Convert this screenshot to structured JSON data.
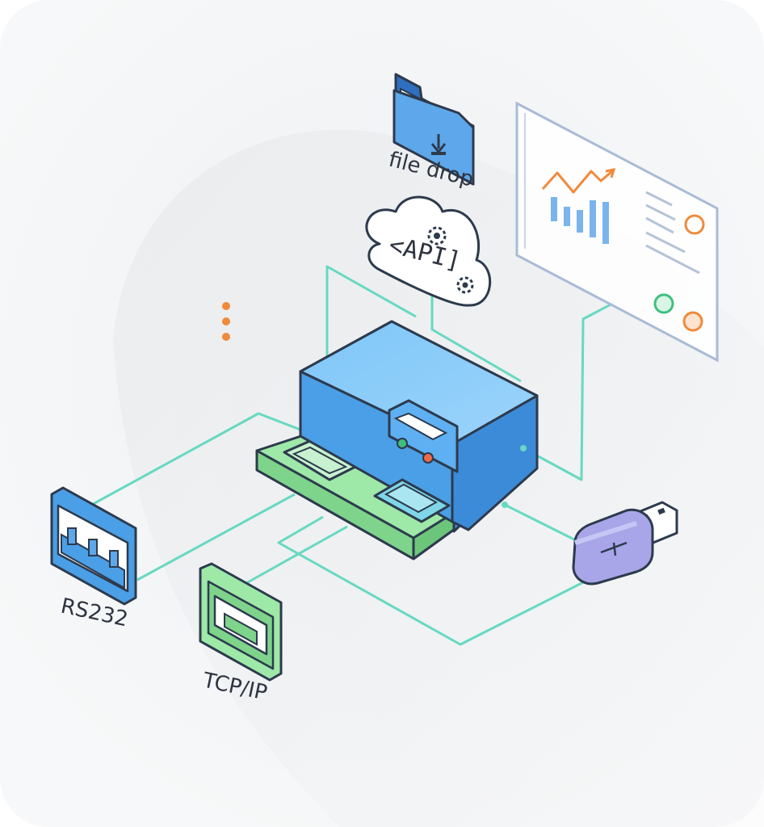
{
  "labels": {
    "file_drop": "file drop",
    "api": "<API]",
    "rs232": "RS232",
    "tcpip": "TCP/IP"
  },
  "colors": {
    "connector": "#67d9c0",
    "outline": "#2d3a4d",
    "device_blue": "#4a9fe6",
    "device_light": "#7cc3f7",
    "base_green": "#9ee8a8",
    "accent_orange": "#f08a3c",
    "usb_purple": "#a8a6e8",
    "panel_stroke": "#a9bbd6"
  },
  "icons": [
    "folder-icon",
    "cloud-api-icon",
    "gear-icon",
    "dashboard-chart-icon",
    "rs232-port-icon",
    "ethernet-port-icon",
    "usb-drive-icon",
    "more-dots-icon",
    "device-hub-icon"
  ]
}
